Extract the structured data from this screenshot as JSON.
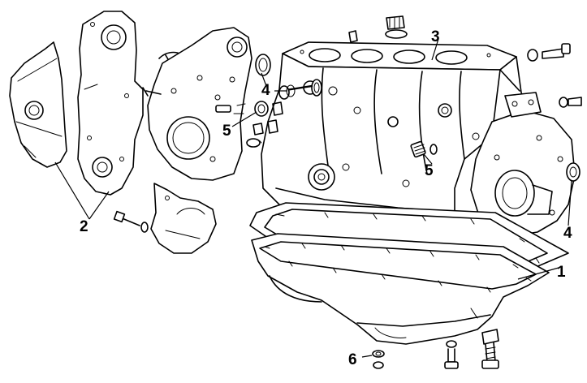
{
  "callouts": {
    "oil_pan": "1",
    "timing_covers": "2",
    "cylinder_block": "3",
    "oil_seal_upper": "4",
    "oil_seal_right": "4",
    "plug_left": "5",
    "plug_center": "5",
    "drain_plug": "6"
  },
  "colors": {
    "ink": "#000000",
    "paper": "#ffffff"
  }
}
